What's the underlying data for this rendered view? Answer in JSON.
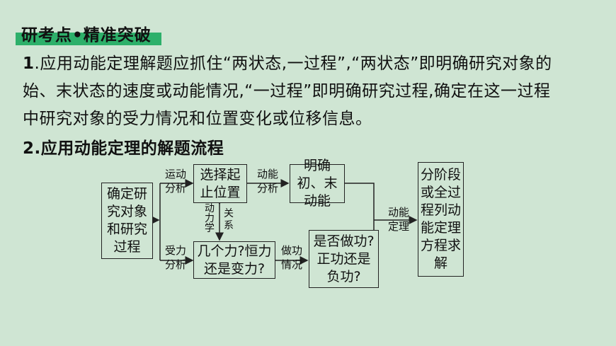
{
  "header": {
    "title": "研考点•精准突破"
  },
  "point1": {
    "num": "1",
    "text_lines": [
      ".应用动能定理解题应抓住“两状态,一过程”,“两状态”即明确研究对象的",
      "始、末状态的速度或动能情况,“一过程”即明确研究过程,确定在这一过程",
      "中研究对象的受力情况和位置变化或位移信息。"
    ]
  },
  "point2": {
    "num": "2",
    "text": ".应用动能定理的解题流程"
  },
  "flow": {
    "box_object": "确定研究对象和研究过程",
    "label_motion": [
      "运动",
      "分析"
    ],
    "box_position": "选择起止位置",
    "label_energy": [
      "动能",
      "分析"
    ],
    "box_kinetic": "明确初、末动能",
    "label_dynamics": [
      "动",
      "力",
      "学"
    ],
    "label_relation": [
      "关",
      "系"
    ],
    "label_force": [
      "受力",
      "分析"
    ],
    "box_forces": "几个力?恒力还是变力?",
    "label_work": [
      "做功",
      "情况"
    ],
    "box_work": "是否做功?正功还是负功?",
    "label_theorem": [
      "动能",
      "定理"
    ],
    "box_equation": "分阶段或全过程列动能定理方程求解"
  }
}
